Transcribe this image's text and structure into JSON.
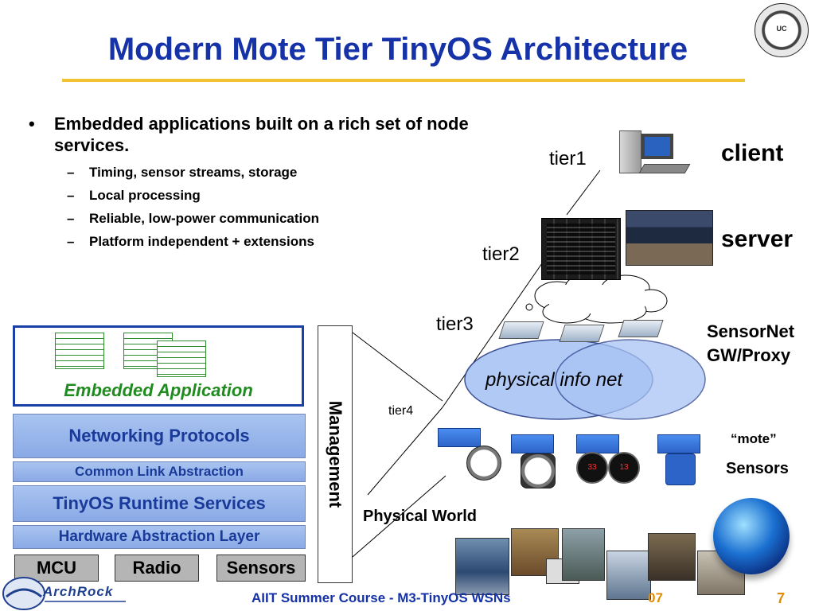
{
  "slide": {
    "title": "Modern Mote Tier TinyOS Architecture",
    "page_number": "7",
    "footer": "AIIT Summer Course - M3-TinyOS WSNs",
    "footer_year_fragment": "07",
    "logo_text": "ArchRock",
    "seal_text": "UC"
  },
  "bullets": {
    "main": "Embedded applications built on a rich set of node services.",
    "subs": [
      "Timing, sensor streams, storage",
      "Local processing",
      "Reliable, low-power communication",
      "Platform independent + extensions"
    ]
  },
  "stack": {
    "embedded_app": "Embedded Application",
    "networking": "Networking Protocols",
    "link": "Common Link Abstraction",
    "runtime": "TinyOS Runtime Services",
    "hal": "Hardware Abstraction Layer",
    "hw": [
      "MCU",
      "Radio",
      "Sensors"
    ],
    "management": "Management"
  },
  "tiers": {
    "tier1": "tier1",
    "tier2": "tier2",
    "tier3": "tier3",
    "tier4": "tier4",
    "client": "client",
    "server": "server",
    "gateway": "SensorNet GW/Proxy",
    "net": "physical info net",
    "mote": "“mote”",
    "sensors": "Sensors",
    "physical_world": "Physical World"
  },
  "colors": {
    "title": "#1532a8",
    "accent_rule": "#f1c232",
    "layer_fill": "#a9c4f0",
    "app_text": "#1f8b1f",
    "ellipse_fill": "#a8c4f4"
  }
}
